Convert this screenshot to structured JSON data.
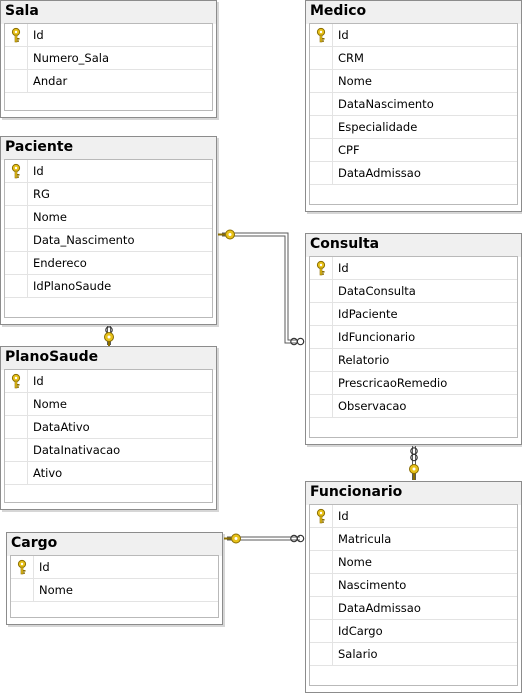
{
  "tables": {
    "sala": {
      "title": "Sala",
      "columns": [
        "Id",
        "Numero_Sala",
        "Andar"
      ],
      "key_columns": [
        "Id"
      ]
    },
    "medico": {
      "title": "Medico",
      "columns": [
        "Id",
        "CRM",
        "Nome",
        "DataNascimento",
        "Especialidade",
        "CPF",
        "DataAdmissao"
      ],
      "key_columns": [
        "Id"
      ]
    },
    "paciente": {
      "title": "Paciente",
      "columns": [
        "Id",
        "RG",
        "Nome",
        "Data_Nascimento",
        "Endereco",
        "IdPlanoSaude"
      ],
      "key_columns": [
        "Id"
      ]
    },
    "consulta": {
      "title": "Consulta",
      "columns": [
        "Id",
        "DataConsulta",
        "IdPaciente",
        "IdFuncionario",
        "Relatorio",
        "PrescricaoRemedio",
        "Observacao"
      ],
      "key_columns": [
        "Id"
      ]
    },
    "planosaude": {
      "title": "PlanoSaude",
      "columns": [
        "Id",
        "Nome",
        "DataAtivo",
        "DataInativacao",
        "Ativo"
      ],
      "key_columns": [
        "Id"
      ]
    },
    "funcionario": {
      "title": "Funcionario",
      "columns": [
        "Id",
        "Matricula",
        "Nome",
        "Nascimento",
        "DataAdmissao",
        "IdCargo",
        "Salario"
      ],
      "key_columns": [
        "Id"
      ]
    },
    "cargo": {
      "title": "Cargo",
      "columns": [
        "Id",
        "Nome"
      ],
      "key_columns": [
        "Id"
      ]
    }
  },
  "relationships": [
    {
      "name": "paciente-consulta",
      "one": "Paciente",
      "many": "Consulta"
    },
    {
      "name": "planosaude-paciente",
      "one": "PlanoSaude",
      "many": "Paciente"
    },
    {
      "name": "funcionario-consulta",
      "one": "Funcionario",
      "many": "Consulta"
    },
    {
      "name": "cargo-funcionario",
      "one": "Cargo",
      "many": "Funcionario"
    }
  ],
  "colors": {
    "key_gold": "#e8c21a",
    "connector_line": "#5a5a5a",
    "header_bg": "#f0f0f0"
  },
  "icons": {
    "primary_key": "key-icon",
    "one_end": "key-icon",
    "many_end": "infinity-icon"
  }
}
